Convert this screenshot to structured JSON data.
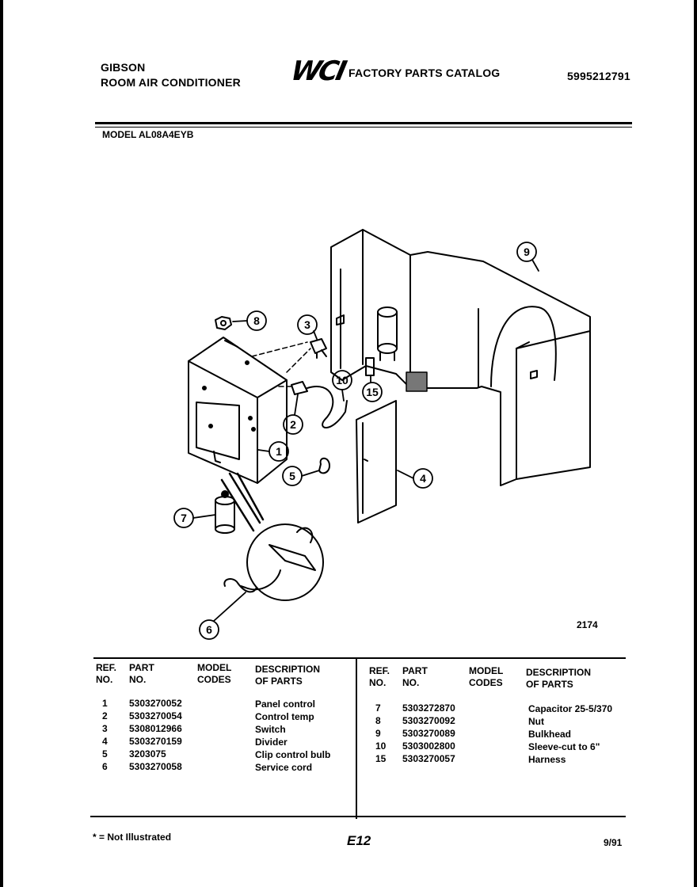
{
  "header": {
    "brand": "GIBSON",
    "product": "ROOM AIR CONDITIONER",
    "logo": "WCI",
    "catalog_title": "FACTORY PARTS CATALOG",
    "catalog_number": "5995212791",
    "model_label": "MODEL AL08A4EYB"
  },
  "diagram": {
    "figure_number": "2174",
    "callouts": [
      "1",
      "2",
      "3",
      "4",
      "5",
      "6",
      "7",
      "8",
      "9",
      "10",
      "15"
    ]
  },
  "table": {
    "headers": {
      "ref_no": [
        "REF.",
        "NO."
      ],
      "part_no": [
        "PART",
        "NO."
      ],
      "model_codes": [
        "MODEL",
        "CODES"
      ],
      "description": [
        "DESCRIPTION",
        "OF PARTS"
      ]
    },
    "left_rows": [
      {
        "ref": "1",
        "part": "5303270052",
        "desc": "Panel control"
      },
      {
        "ref": "2",
        "part": "5303270054",
        "desc": "Control temp"
      },
      {
        "ref": "3",
        "part": "5308012966",
        "desc": "Switch"
      },
      {
        "ref": "4",
        "part": "5303270159",
        "desc": "Divider"
      },
      {
        "ref": "5",
        "part": "3203075",
        "desc": "Clip control bulb"
      },
      {
        "ref": "6",
        "part": "5303270058",
        "desc": "Service cord"
      }
    ],
    "right_rows": [
      {
        "ref": "7",
        "part": "5303272870",
        "desc": "Capacitor 25-5/370"
      },
      {
        "ref": "8",
        "part": "5303270092",
        "desc": "Nut"
      },
      {
        "ref": "9",
        "part": "5303270089",
        "desc": "Bulkhead"
      },
      {
        "ref": "10",
        "part": "5303002800",
        "desc": "Sleeve-cut to 6\""
      },
      {
        "ref": "15",
        "part": "5303270057",
        "desc": "Harness"
      }
    ]
  },
  "footer": {
    "note": "* = Not Illustrated",
    "page": "E12",
    "date": "9/91"
  }
}
